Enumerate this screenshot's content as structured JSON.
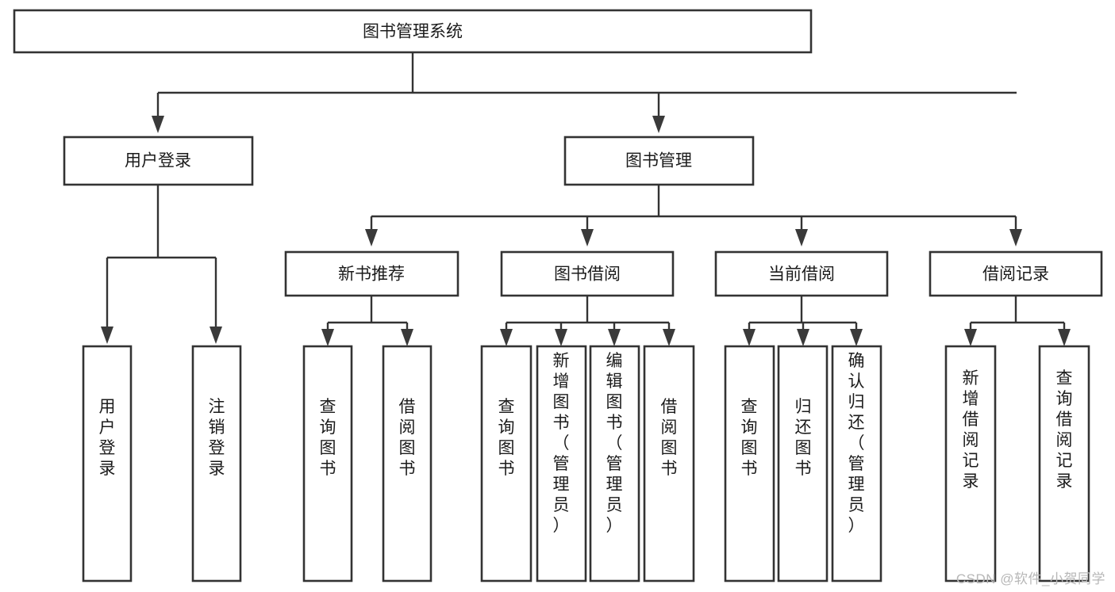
{
  "diagram": {
    "title": "图书管理系统",
    "type": "tree",
    "orientation": "top-down",
    "background_color": "#ffffff",
    "box_stroke_color": "#333333",
    "text_color": "#1b1b1b",
    "arrow_color": "#3a3a3a"
  },
  "watermark": {
    "text": "CSDN @软件_小贺同学",
    "color": "#b7b7b7"
  },
  "nodes": {
    "root": {
      "id": "root",
      "label": "图书管理系统",
      "level": 0,
      "orientation": "horizontal"
    },
    "level1": [
      {
        "id": "user-login",
        "label": "用户登录",
        "level": 1,
        "orientation": "horizontal"
      },
      {
        "id": "book-manage",
        "label": "图书管理",
        "level": 1,
        "orientation": "horizontal"
      }
    ],
    "level2": [
      {
        "id": "new-book-recommend",
        "label": "新书推荐",
        "level": 2,
        "orientation": "horizontal",
        "parent": "book-manage"
      },
      {
        "id": "book-borrow",
        "label": "图书借阅",
        "level": 2,
        "orientation": "horizontal",
        "parent": "book-manage"
      },
      {
        "id": "current-borrow",
        "label": "当前借阅",
        "level": 2,
        "orientation": "horizontal",
        "parent": "book-manage"
      },
      {
        "id": "borrow-record",
        "label": "借阅记录",
        "level": 2,
        "orientation": "horizontal",
        "parent": "book-manage"
      }
    ],
    "leaves": [
      {
        "id": "leaf-user-login",
        "label": "用户登录",
        "parent": "user-login",
        "orientation": "vertical"
      },
      {
        "id": "leaf-user-logout",
        "label": "注销登录",
        "parent": "user-login",
        "orientation": "vertical"
      },
      {
        "id": "leaf-query-book-1",
        "label": "查询图书",
        "parent": "new-book-recommend",
        "orientation": "vertical"
      },
      {
        "id": "leaf-borrow-book-1",
        "label": "借阅图书",
        "parent": "new-book-recommend",
        "orientation": "vertical"
      },
      {
        "id": "leaf-query-book-2",
        "label": "查询图书",
        "parent": "book-borrow",
        "orientation": "vertical"
      },
      {
        "id": "leaf-add-book",
        "label": "新增图书（管理员）",
        "parent": "book-borrow",
        "orientation": "vertical"
      },
      {
        "id": "leaf-edit-book",
        "label": "编辑图书（管理员）",
        "parent": "book-borrow",
        "orientation": "vertical"
      },
      {
        "id": "leaf-borrow-book-2",
        "label": "借阅图书",
        "parent": "book-borrow",
        "orientation": "vertical"
      },
      {
        "id": "leaf-query-book-3",
        "label": "查询图书",
        "parent": "current-borrow",
        "orientation": "vertical"
      },
      {
        "id": "leaf-return-book",
        "label": "归还图书",
        "parent": "current-borrow",
        "orientation": "vertical"
      },
      {
        "id": "leaf-confirm-return",
        "label": "确认归还（管理员）",
        "parent": "current-borrow",
        "orientation": "vertical"
      },
      {
        "id": "leaf-add-record",
        "label": "新增借阅记录",
        "parent": "borrow-record",
        "orientation": "vertical"
      },
      {
        "id": "leaf-query-record",
        "label": "查询借阅记录",
        "parent": "borrow-record",
        "orientation": "vertical"
      }
    ]
  }
}
